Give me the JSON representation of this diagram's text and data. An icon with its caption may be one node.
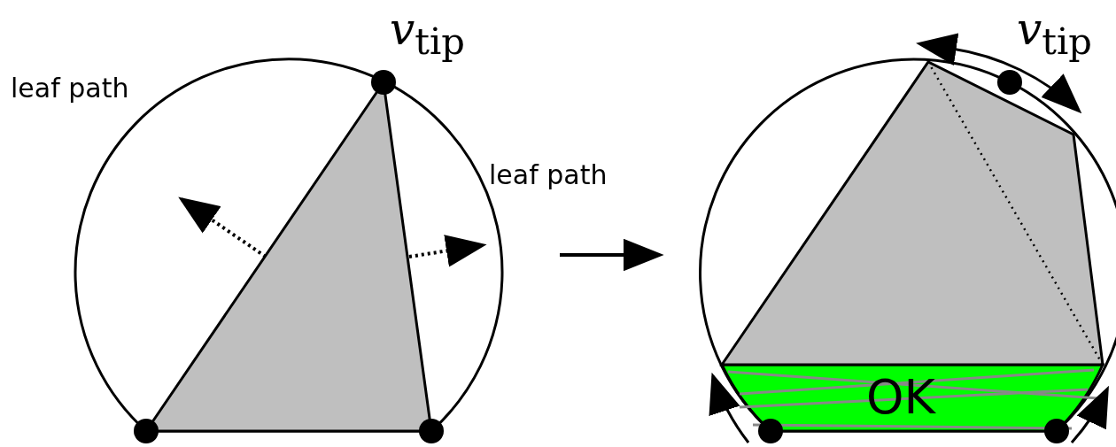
{
  "diagram": {
    "nodes": [
      {
        "text": [],
        "shape": "picture"
      },
      {
        "text": [],
        "shape": "picture"
      }
    ],
    "edges": [
      {
        "from": 0,
        "to": 1,
        "arrow": "to"
      }
    ],
    "labels": [
      "*v*$_{tip}$",
      "leaf path",
      "leaf path",
      "*v*$_{tip}$",
      "OK"
    ]
  }
}
